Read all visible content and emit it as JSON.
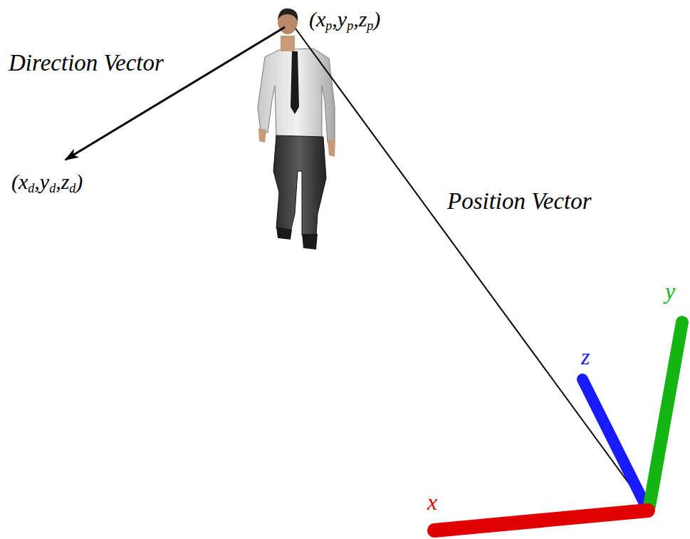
{
  "diagram": {
    "labels": [
      "Direction Vector",
      "(xp,yp,zp)",
      "(xd,yd,zd)",
      "Position Vector",
      "x",
      "z",
      "y"
    ]
  }
}
